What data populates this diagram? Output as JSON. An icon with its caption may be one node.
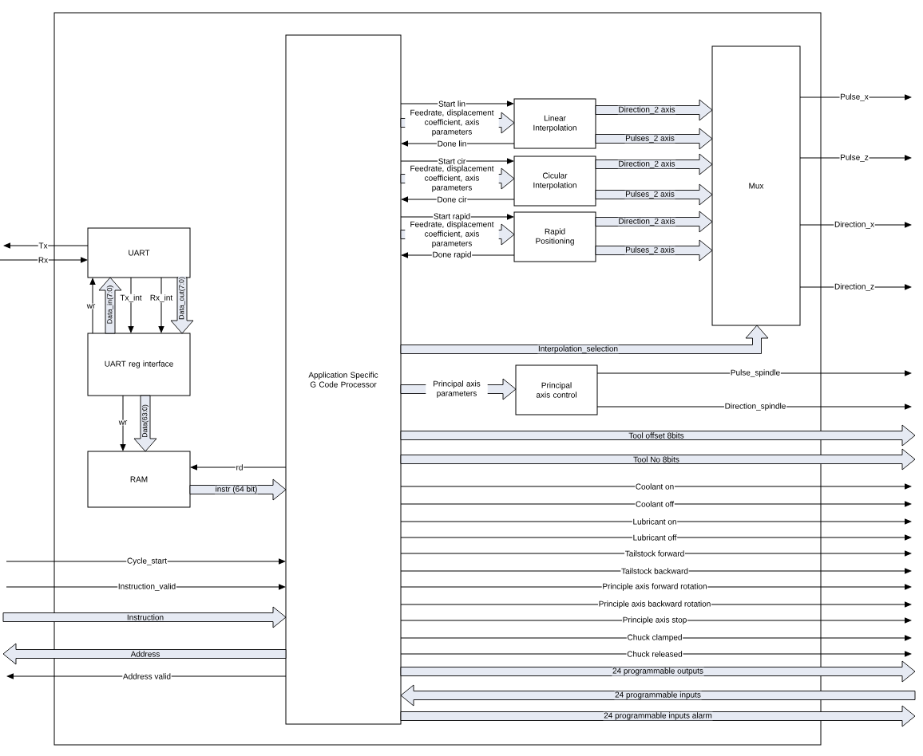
{
  "diagram": {
    "nodes": [
      {
        "text": [],
        "shape": "box"
      },
      {
        "text": [
          "UART"
        ],
        "in": 0
      },
      {
        "text": [
          "UART reg interface"
        ],
        "in": 0
      },
      {
        "text": [
          "RAM"
        ],
        "in": 0
      },
      {
        "text": [
          "Application Specific G Code Processor"
        ],
        "in": 0
      },
      {
        "text": [
          "Linear Interpolation"
        ],
        "in": 0
      },
      {
        "text": [
          "Cicular Interpolation"
        ],
        "in": 0
      },
      {
        "text": [
          "Rapid Positioning"
        ],
        "in": 0
      },
      {
        "text": [
          "Mux"
        ],
        "in": 0
      },
      {
        "text": [
          "Principal axis control"
        ],
        "in": 0
      }
    ],
    "edges": [
      {
        "from": 1,
        "to": null,
        "arrow": "to",
        "label": "Tx"
      },
      {
        "from": null,
        "to": 1,
        "arrow": "to",
        "label": "Rx"
      },
      {
        "from": 2,
        "to": 1,
        "arrow": "to",
        "label": "wr"
      },
      {
        "from": 2,
        "to": 1,
        "arrow": "to",
        "label": "Data_in(7:0)",
        "style": "thick"
      },
      {
        "from": 1,
        "to": 2,
        "arrow": "to",
        "label": "Tx_int"
      },
      {
        "from": 1,
        "to": 2,
        "arrow": "to",
        "label": "Rx_int"
      },
      {
        "from": 1,
        "to": 2,
        "arrow": "to",
        "label": "Data_out(7:0)",
        "style": "thick"
      },
      {
        "from": 2,
        "to": 3,
        "arrow": "to",
        "label": "wr"
      },
      {
        "from": 2,
        "to": 3,
        "arrow": "to",
        "label": "Data(63:0)",
        "style": "thick"
      },
      {
        "from": 4,
        "to": 3,
        "arrow": "to",
        "label": "rd"
      },
      {
        "from": 3,
        "to": 4,
        "arrow": "to",
        "label": "instr (64 bit)",
        "style": "thick"
      },
      {
        "from": null,
        "to": 4,
        "arrow": "to",
        "label": "Cycle_start"
      },
      {
        "from": null,
        "to": 4,
        "arrow": "to",
        "label": "Instruction_valid"
      },
      {
        "from": null,
        "to": 4,
        "arrow": "to",
        "label": "Instruction",
        "style": "thick"
      },
      {
        "from": 4,
        "to": null,
        "arrow": "to",
        "label": "Address",
        "style": "thick"
      },
      {
        "from": 4,
        "to": null,
        "arrow": "to",
        "label": "Address valid"
      },
      {
        "from": 4,
        "to": 5,
        "arrow": "to",
        "label": "Start lin"
      },
      {
        "from": 4,
        "to": 5,
        "arrow": "to",
        "label": "Feedrate, displacement coefficient, axis parameters",
        "style": "thick"
      },
      {
        "from": 5,
        "to": 4,
        "arrow": "to",
        "label": "Done lin"
      },
      {
        "from": 5,
        "to": 8,
        "arrow": "to",
        "label": "Direction_2 axis",
        "style": "thick"
      },
      {
        "from": 5,
        "to": 8,
        "arrow": "to",
        "label": "Pulses_2 axis",
        "style": "thick"
      },
      {
        "from": 4,
        "to": 6,
        "arrow": "to",
        "label": "Start cir"
      },
      {
        "from": 4,
        "to": 6,
        "arrow": "to",
        "label": "Feedrate, displacement coefficient, axis parameters",
        "style": "thick"
      },
      {
        "from": 6,
        "to": 4,
        "arrow": "to",
        "label": "Done cir"
      },
      {
        "from": 6,
        "to": 8,
        "arrow": "to",
        "label": "Direction_2 axis",
        "style": "thick"
      },
      {
        "from": 6,
        "to": 8,
        "arrow": "to",
        "label": "Pulses_2 axis",
        "style": "thick"
      },
      {
        "from": 4,
        "to": 7,
        "arrow": "to",
        "label": "Start rapid"
      },
      {
        "from": 4,
        "to": 7,
        "arrow": "to",
        "label": "Feedrate, displacement coefficient, axis parameters",
        "style": "thick"
      },
      {
        "from": 7,
        "to": 4,
        "arrow": "to",
        "label": "Done rapid"
      },
      {
        "from": 7,
        "to": 8,
        "arrow": "to",
        "label": "Direction_2 axis",
        "style": "thick"
      },
      {
        "from": 7,
        "to": 8,
        "arrow": "to",
        "label": "Pulses_2 axis",
        "style": "thick"
      },
      {
        "from": 4,
        "to": 8,
        "arrow": "to",
        "label": "Interpolation_selection",
        "style": "thick"
      },
      {
        "from": 4,
        "to": 9,
        "arrow": "to",
        "label": "Principal axis parameters",
        "style": "thick"
      },
      {
        "from": 8,
        "to": null,
        "arrow": "to",
        "label": "Pulse_x"
      },
      {
        "from": 8,
        "to": null,
        "arrow": "to",
        "label": "Pulse_z"
      },
      {
        "from": 8,
        "to": null,
        "arrow": "to",
        "label": "Direction_x"
      },
      {
        "from": 8,
        "to": null,
        "arrow": "to",
        "label": "Direction_z"
      },
      {
        "from": 9,
        "to": null,
        "arrow": "to",
        "label": "Pulse_spindle"
      },
      {
        "from": 9,
        "to": null,
        "arrow": "to",
        "label": "Direction_spindle"
      },
      {
        "from": 4,
        "to": null,
        "arrow": "to",
        "label": "Tool offset 8bits",
        "style": "thick"
      },
      {
        "from": 4,
        "to": null,
        "arrow": "to",
        "label": "Tool No 8bits",
        "style": "thick"
      },
      {
        "from": 4,
        "to": null,
        "arrow": "to",
        "label": "Coolant on"
      },
      {
        "from": 4,
        "to": null,
        "arrow": "to",
        "label": "Coolant off"
      },
      {
        "from": 4,
        "to": null,
        "arrow": "to",
        "label": "Lubricant on"
      },
      {
        "from": 4,
        "to": null,
        "arrow": "to",
        "label": "Lubricant off"
      },
      {
        "from": 4,
        "to": null,
        "arrow": "to",
        "label": "Tailstock forward"
      },
      {
        "from": 4,
        "to": null,
        "arrow": "to",
        "label": "Tailstock backward"
      },
      {
        "from": 4,
        "to": null,
        "arrow": "to",
        "label": "Principle axis forward rotation"
      },
      {
        "from": 4,
        "to": null,
        "arrow": "to",
        "label": "Principle axis backward rotation"
      },
      {
        "from": 4,
        "to": null,
        "arrow": "to",
        "label": "Principle axis stop"
      },
      {
        "from": 4,
        "to": null,
        "arrow": "to",
        "label": "Chuck clamped"
      },
      {
        "from": 4,
        "to": null,
        "arrow": "to",
        "label": "Chuck released"
      },
      {
        "from": 4,
        "to": null,
        "arrow": "to",
        "label": "24 programmable outputs",
        "style": "thick"
      },
      {
        "from": null,
        "to": 4,
        "arrow": "to",
        "label": "24 programmable inputs",
        "style": "thick"
      },
      {
        "from": 4,
        "to": null,
        "arrow": "to",
        "label": "24 programmable inputs alarm",
        "style": "thick"
      }
    ]
  }
}
